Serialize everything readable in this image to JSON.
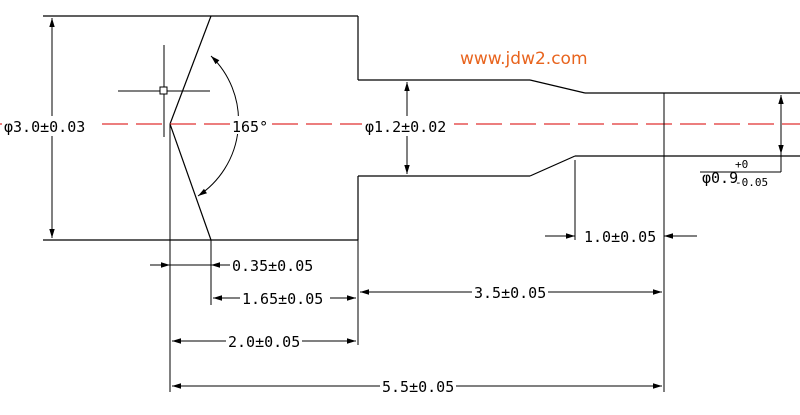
{
  "watermark": {
    "text": "www.jdw2.com",
    "color": "#e8641e"
  },
  "colors": {
    "line": "#000000",
    "centerline": "#e03030"
  },
  "dimensions": {
    "dia_large": "φ3.0±0.03",
    "dia_mid": "φ1.2±0.02",
    "dia_small_base": "φ0.9",
    "dia_small_upper": "+0",
    "dia_small_lower": "-0.05",
    "angle": "165°",
    "len_035": "0.35±0.05",
    "len_165": "1.65±0.05",
    "len_35": "3.5±0.05",
    "len_20": "2.0±0.05",
    "len_10": "1.0±0.05",
    "len_55": "5.5±0.05"
  }
}
